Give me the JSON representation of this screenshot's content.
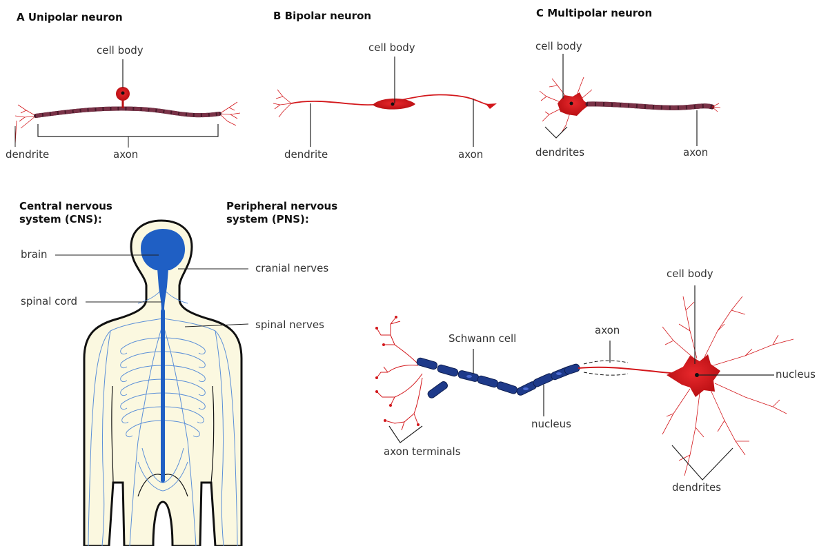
{
  "panel_a": {
    "title": "A  Unipolar neuron",
    "labels": {
      "cell_body": "cell body",
      "dendrite": "dendrite",
      "axon": "axon"
    }
  },
  "panel_b": {
    "title": "B  Bipolar neuron",
    "labels": {
      "cell_body": "cell body",
      "dendrite": "dendrite",
      "axon": "axon"
    }
  },
  "panel_c": {
    "title": "C  Multipolar neuron",
    "labels": {
      "cell_body": "cell body",
      "dendrites": "dendrites",
      "axon": "axon"
    }
  },
  "cns": {
    "title_line1": "Central nervous",
    "title_line2": "system (CNS):",
    "labels": {
      "brain": "brain",
      "spinal_cord": "spinal cord"
    }
  },
  "pns": {
    "title_line1": "Peripheral nervous",
    "title_line2": "system (PNS):",
    "labels": {
      "cranial_nerves": "cranial nerves",
      "spinal_nerves": "spinal nerves"
    }
  },
  "motor_neuron": {
    "labels": {
      "cell_body": "cell body",
      "axon": "axon",
      "schwann_cell": "Schwann cell",
      "nucleus_cell": "nucleus",
      "nucleus_schwann": "nucleus",
      "axon_terminals": "axon terminals",
      "dendrites": "dendrites"
    }
  },
  "colors": {
    "neuron_red": "#d3171b",
    "myelin_dark": "#4a1a2a",
    "schwann_blue": "#1e3a8a",
    "nervous_blue": "#1f5fc4",
    "nerve_light": "#5b8fd8",
    "body_fill": "#fbf8e0",
    "leader_line": "#222222"
  }
}
